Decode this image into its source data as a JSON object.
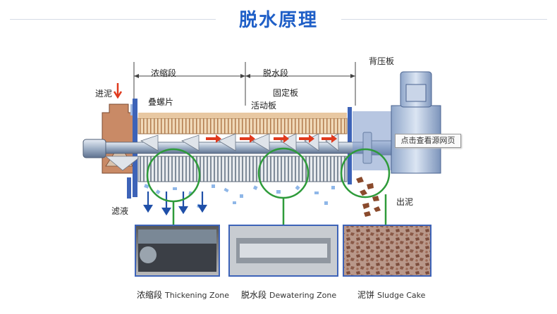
{
  "title": "脱水原理",
  "labels": {
    "jinni": "进泥",
    "nongsuoduan": "浓缩段",
    "tuoshuiduan": "脱水段",
    "dieluopian": "叠螺片",
    "gudingban": "固定板",
    "huodongban": "活动板",
    "beiyaban": "背压板",
    "lvye": "滤液",
    "chuni": "出泥"
  },
  "tooltip": "点击查看源网页",
  "captions": [
    {
      "zh": "浓缩段",
      "en": "Thickening Zone"
    },
    {
      "zh": "脱水段",
      "en": "Dewatering Zone"
    },
    {
      "zh": "泥饼",
      "en": "Sludge Cake"
    }
  ],
  "colors": {
    "title": "#1f5fc7",
    "green": "#2e9b3a",
    "sludge": "#c9805a",
    "arrow_red": "#e03a1e",
    "water": "#8fb7e8"
  }
}
